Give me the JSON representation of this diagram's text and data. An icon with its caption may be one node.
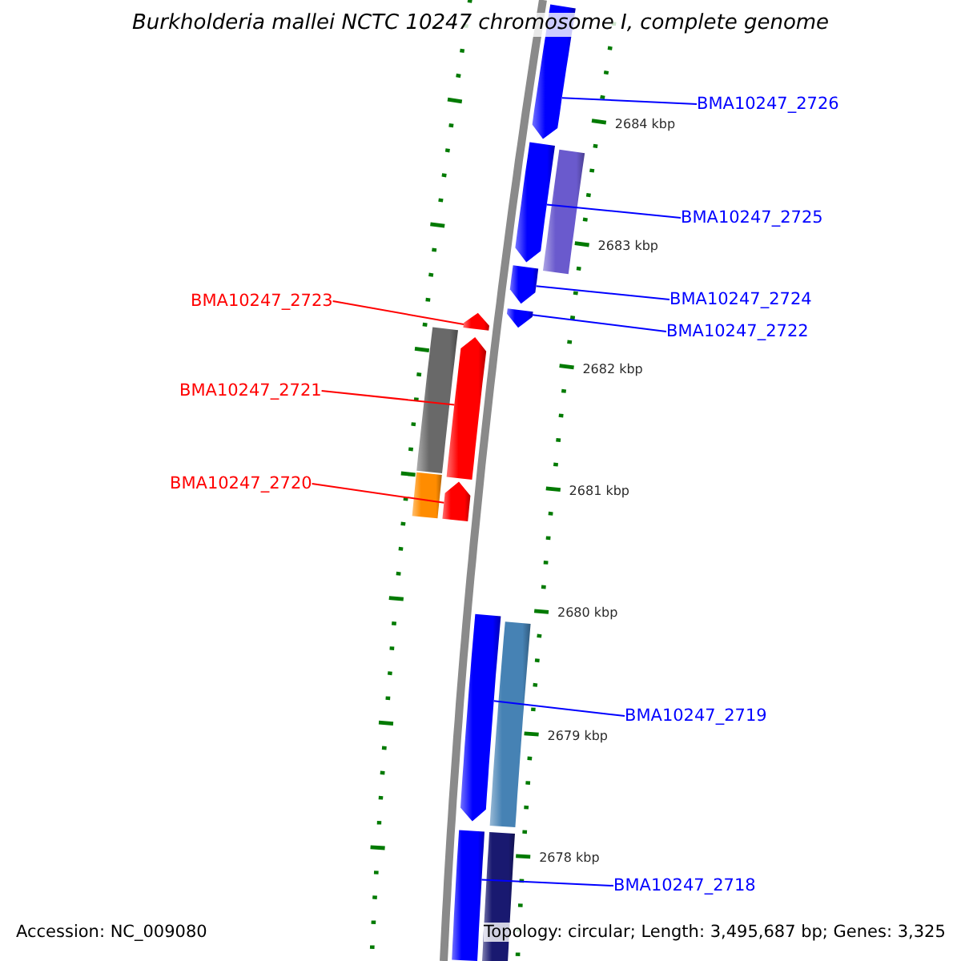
{
  "diagram": {
    "title": "Burkholderia mallei NCTC 10247 chromosome I, complete genome",
    "nodes": [
      {
        "text": [
          "BMA10247_2726"
        ]
      },
      {
        "text": [
          "BMA10247_2725"
        ]
      },
      {
        "text": [
          "BMA10247_2723"
        ]
      },
      {
        "text": [
          "BMA10247_2724"
        ]
      },
      {
        "text": [
          "BMA10247_2722"
        ]
      },
      {
        "text": [
          "BMA10247_2721"
        ]
      },
      {
        "text": [
          "BMA10247_2720"
        ]
      },
      {
        "text": [
          "BMA10247_2719"
        ]
      },
      {
        "text": [
          "BMA10247_2718"
        ]
      },
      {
        "text": [],
        "shape": "arrow"
      },
      {
        "text": [],
        "shape": "arrow"
      },
      {
        "text": [],
        "shape": "arrow"
      },
      {
        "text": [],
        "shape": "arrow"
      },
      {
        "text": [],
        "shape": "arrow"
      },
      {
        "text": [],
        "shape": "arrow"
      },
      {
        "text": [],
        "shape": "arrow"
      },
      {
        "text": [],
        "shape": "arrow"
      },
      {
        "text": [],
        "shape": "arrow"
      },
      {
        "text": [],
        "shape": "bar"
      },
      {
        "text": [],
        "shape": "bar"
      },
      {
        "text": [],
        "shape": "bar"
      },
      {
        "text": [],
        "shape": "bar"
      },
      {
        "text": [],
        "shape": "bar"
      }
    ],
    "edges": [
      {
        "from": 0,
        "to": 9,
        "arrow": "none"
      },
      {
        "from": 1,
        "to": 10,
        "arrow": "none"
      },
      {
        "from": 2,
        "to": 13,
        "arrow": "none",
        "color": "#ff0000"
      },
      {
        "from": 3,
        "to": 11,
        "arrow": "none"
      },
      {
        "from": 4,
        "to": 12,
        "arrow": "none"
      },
      {
        "from": 5,
        "to": 14,
        "arrow": "none",
        "color": "#ff0000"
      },
      {
        "from": 6,
        "to": 15,
        "arrow": "none",
        "color": "#ff0000"
      },
      {
        "from": 7,
        "to": 16,
        "arrow": "none"
      },
      {
        "from": 8,
        "to": 17,
        "arrow": "none"
      }
    ],
    "labels": [
      "2684 kbp",
      "2683 kbp",
      "2682 kbp",
      "2681 kbp",
      "2680 kbp",
      "2679 kbp",
      "2678 kbp",
      "Accession: NC_009080",
      "Topology: circular; Length: 3,495,687 bp; Genes: 3,325"
    ]
  }
}
